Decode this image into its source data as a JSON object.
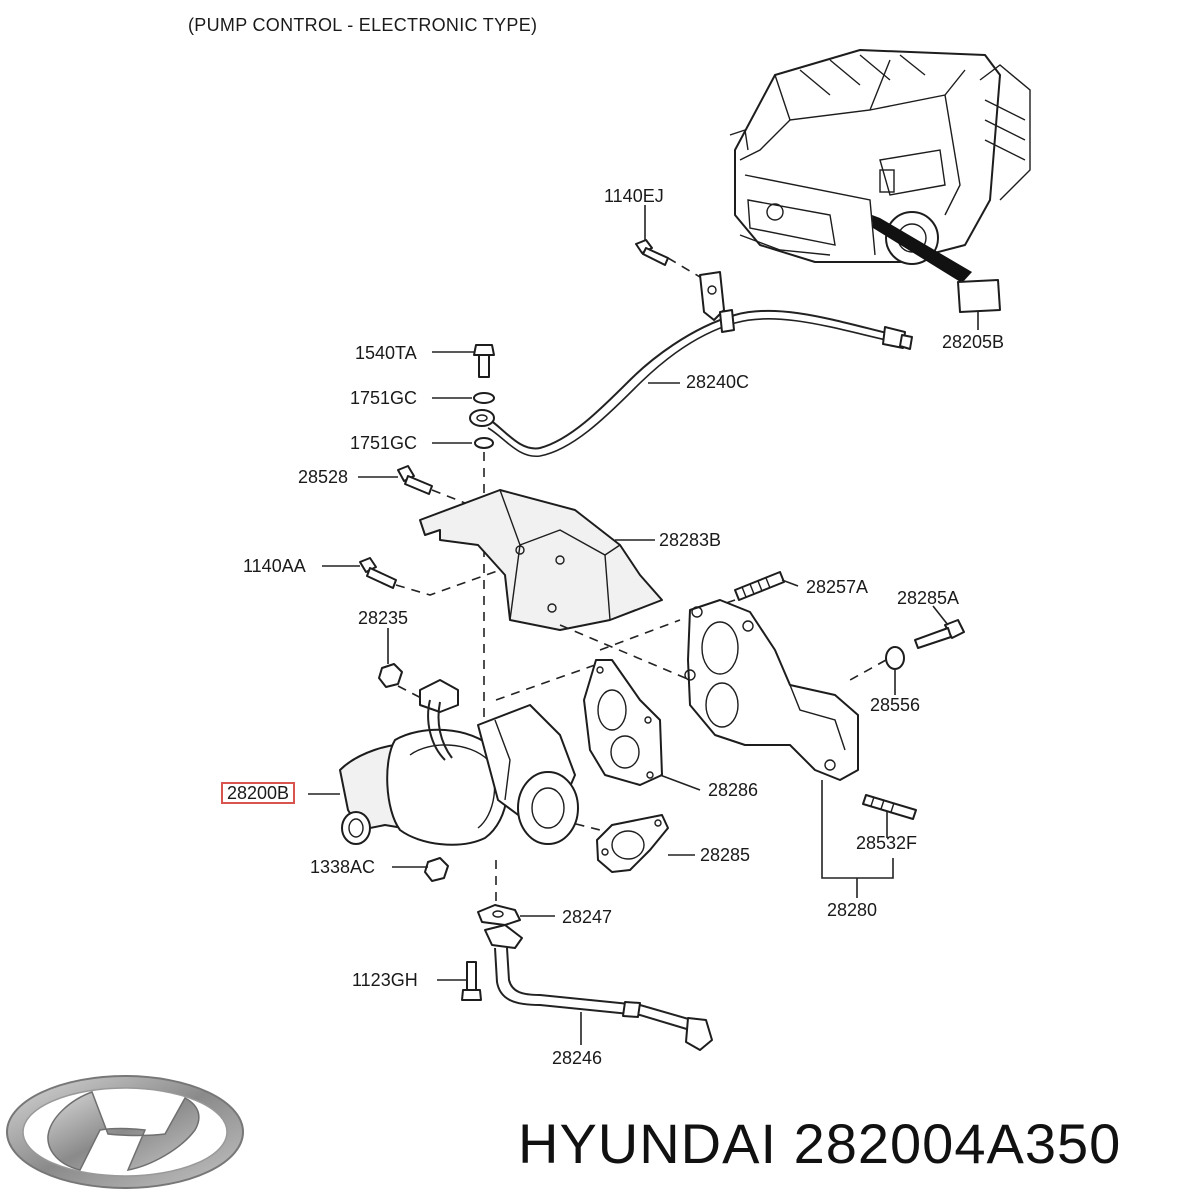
{
  "header": {
    "title": "(PUMP CONTROL - ELECTRONIC TYPE)"
  },
  "callouts": [
    {
      "id": "1140EJ",
      "label": "1140EJ",
      "highlighted": false
    },
    {
      "id": "28205B",
      "label": "28205B",
      "highlighted": false
    },
    {
      "id": "1540TA",
      "label": "1540TA",
      "highlighted": false
    },
    {
      "id": "1751GC_a",
      "label": "1751GC",
      "highlighted": false
    },
    {
      "id": "1751GC_b",
      "label": "1751GC",
      "highlighted": false
    },
    {
      "id": "28240C",
      "label": "28240C",
      "highlighted": false
    },
    {
      "id": "28528",
      "label": "28528",
      "highlighted": false
    },
    {
      "id": "28283B",
      "label": "28283B",
      "highlighted": false
    },
    {
      "id": "1140AA",
      "label": "1140AA",
      "highlighted": false
    },
    {
      "id": "28257A",
      "label": "28257A",
      "highlighted": false
    },
    {
      "id": "28285A",
      "label": "28285A",
      "highlighted": false
    },
    {
      "id": "28235",
      "label": "28235",
      "highlighted": false
    },
    {
      "id": "28556",
      "label": "28556",
      "highlighted": false
    },
    {
      "id": "28200B",
      "label": "28200B",
      "highlighted": true
    },
    {
      "id": "28286",
      "label": "28286",
      "highlighted": false
    },
    {
      "id": "28532F",
      "label": "28532F",
      "highlighted": false
    },
    {
      "id": "28285",
      "label": "28285",
      "highlighted": false
    },
    {
      "id": "1338AC",
      "label": "1338AC",
      "highlighted": false
    },
    {
      "id": "28280",
      "label": "28280",
      "highlighted": false
    },
    {
      "id": "28247",
      "label": "28247",
      "highlighted": false
    },
    {
      "id": "1123GH",
      "label": "1123GH",
      "highlighted": false
    },
    {
      "id": "28246",
      "label": "28246",
      "highlighted": false
    }
  ],
  "brand": {
    "name": "HYUNDAI",
    "part_number": "282004A350",
    "logo_icon": "hyundai-logo-icon"
  },
  "colors": {
    "highlight_box": "#d9534f",
    "line": "#222222"
  }
}
